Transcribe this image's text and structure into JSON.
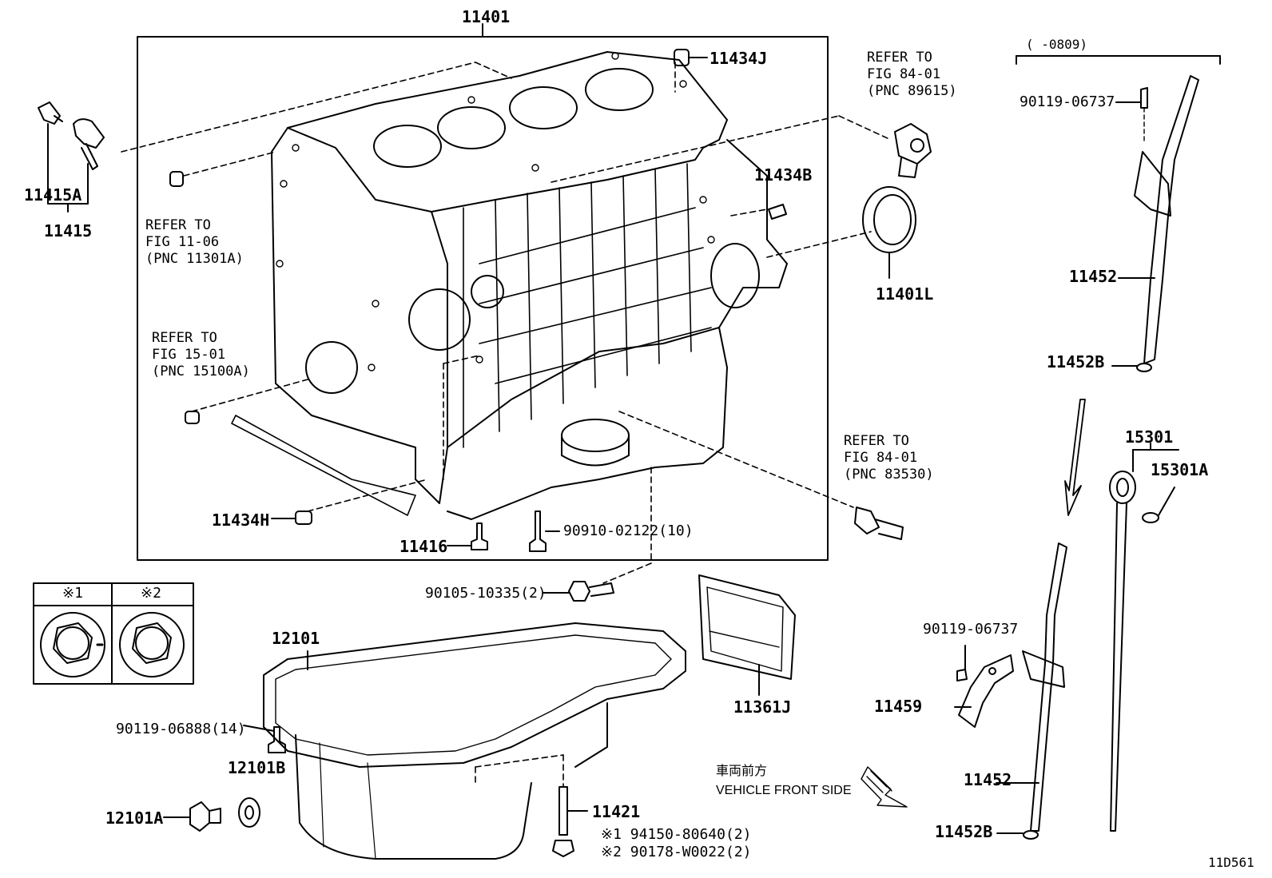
{
  "diagram_code": "11D561",
  "date_range": "(   -0809)",
  "vehicle_front": {
    "jp": "車両前方",
    "en": "VEHICLE FRONT SIDE"
  },
  "detail_boxes": [
    {
      "label": "※1"
    },
    {
      "label": "※2"
    }
  ],
  "parts": {
    "p11401": "11401",
    "p11434J": "11434J",
    "p11434B": "11434B",
    "p11434H": "11434H",
    "p11415A": "11415A",
    "p11415": "11415",
    "p11401L": "11401L",
    "p11416": "11416",
    "p90910": "90910-02122(10)",
    "p90105": "90105-10335(2)",
    "p12101": "12101",
    "p90119_06888": "90119-06888(14)",
    "p12101B": "12101B",
    "p12101A": "12101A",
    "p11421": "11421",
    "p94150": "※1 94150-80640(2)",
    "p90178": "※2 90178-W0022(2)",
    "p11361J": "11361J",
    "p90119_06737_top": "90119-06737",
    "p11452_top": "11452",
    "p11452B_top": "11452B",
    "p15301": "15301",
    "p15301A": "15301A",
    "p90119_06737_bot": "90119-06737",
    "p11459": "11459",
    "p11452_bot": "11452",
    "p11452B_bot": "11452B"
  },
  "references": {
    "ref_11_06": [
      "REFER TO",
      "FIG 11-06",
      "(PNC 11301A)"
    ],
    "ref_15_01": [
      "REFER TO",
      "FIG 15-01",
      "(PNC 15100A)"
    ],
    "ref_84_01a": [
      "REFER TO",
      "FIG 84-01",
      "(PNC 89615)"
    ],
    "ref_84_01b": [
      "REFER TO",
      "FIG 84-01",
      "(PNC 83530)"
    ]
  }
}
